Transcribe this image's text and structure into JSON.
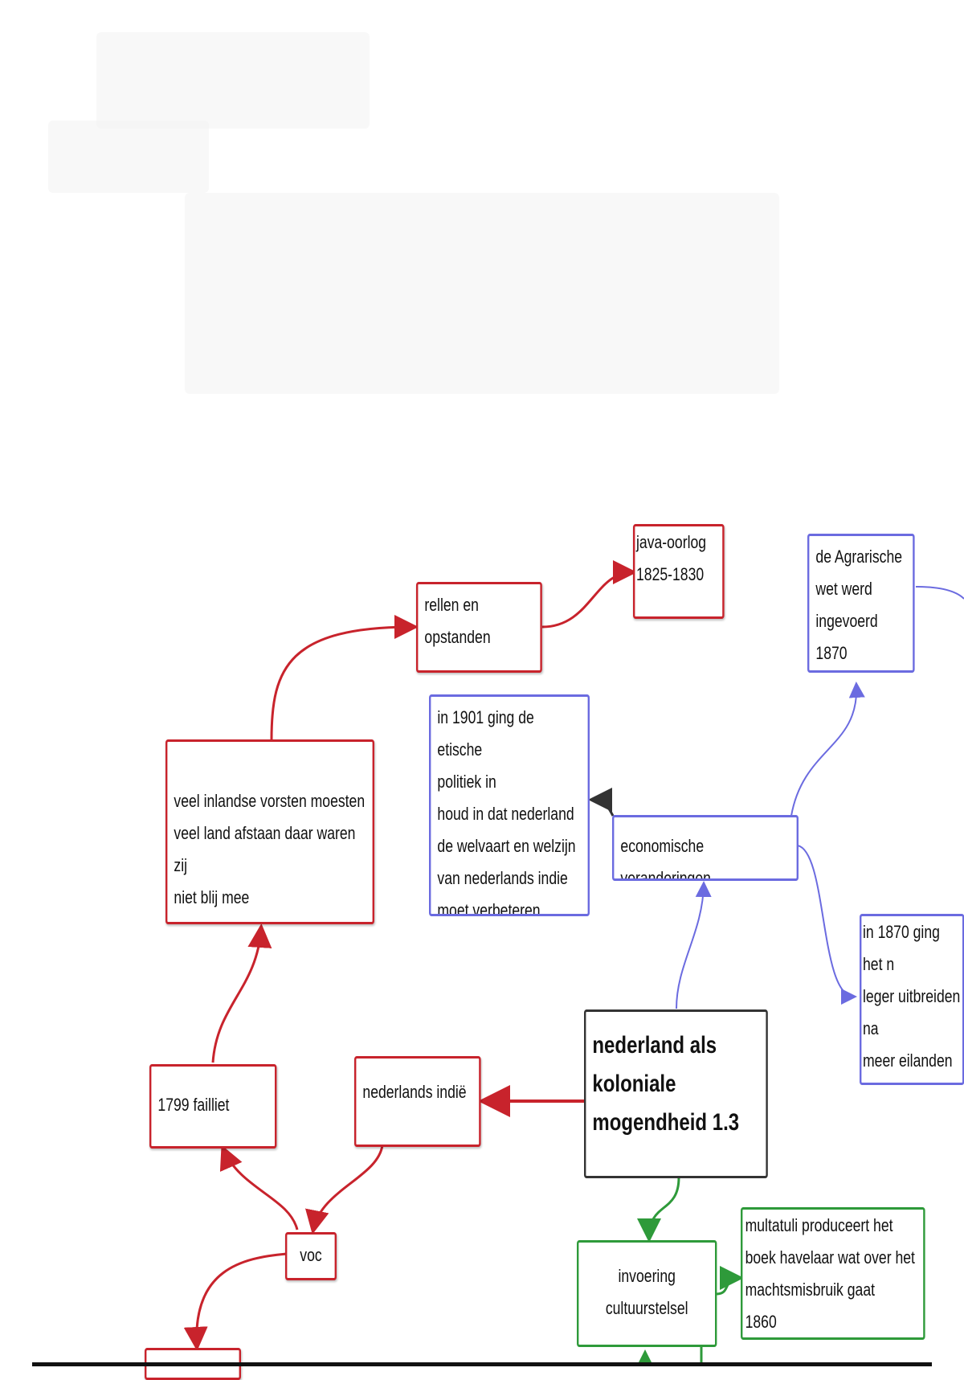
{
  "nodes": {
    "java_oorlog": "java-oorlog\n1825-1830",
    "agrarische_wet": "de Agrarische\nwet werd\ningevoerd\n1870",
    "rellen": "rellen en\nopstanden",
    "etische_politiek": "in 1901 ging de etische\npolitiek in\nhoud in dat nederland\nde welvaart en welzijn\nvan nederlands indie\nmoet verbeteren",
    "inlandse_vorsten": "veel inlandse vorsten moesten\nveel land afstaan daar waren zij\nniet blij mee",
    "economische": "economische veranderingen",
    "leger_1870": "in 1870 ging het n\nleger uitbreiden na\nmeer eilanden da\ngeweld bij gebruik",
    "failliet": "1799 failliet",
    "nederlands_indie": "nederlands indië",
    "center": "nederland als\nkoloniale\nmogendheid 1.3",
    "voc": "voc",
    "cultuurstelsel": "invoering\ncultuurstelsel",
    "multatuli": "multatuli produceert het\nboek havelaar wat over het\nmachtsmisbruik gaat\n1860"
  },
  "colors": {
    "red": "#c8232c",
    "blue": "#6b6be0",
    "green": "#2e9a3a",
    "black": "#333333"
  }
}
